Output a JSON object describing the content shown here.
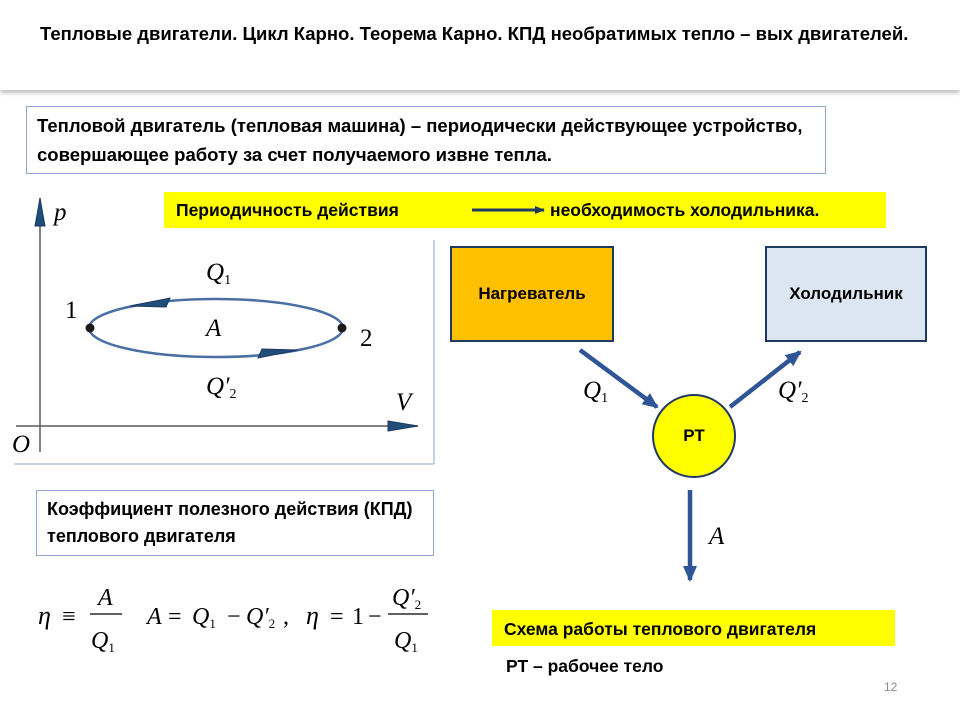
{
  "slide": {
    "title": "Тепловые двигатели. Цикл Карно. Теорема Карно. КПД необратимых тепло – вых двигателей.",
    "definition": "Тепловой двигатель (тепловая машина) – периодически действующее устройство, совершающее работу за счет получаемого извне тепла.",
    "periodicity_left": "Периодичность действия",
    "periodicity_right": "необходимость холодильника.",
    "page_number": "12"
  },
  "pv_diagram": {
    "y_axis_label": "p",
    "x_axis_label": "V",
    "origin_label": "O",
    "point_1": "1",
    "point_2": "2",
    "work_label": "A",
    "heat_in": {
      "symbol": "Q",
      "sub": "1"
    },
    "heat_out": {
      "symbol": "Q′",
      "sub": "2"
    }
  },
  "scheme": {
    "heater_label": "Нагреватель",
    "cooler_label": "Холодильник",
    "working_body_label": "РТ",
    "heat_in": {
      "symbol": "Q",
      "sub": "1"
    },
    "heat_out": {
      "symbol": "Q′",
      "sub": "2"
    },
    "work_label": "A",
    "caption": "Схема работы теплового двигателя",
    "note": "РТ – рабочее тело"
  },
  "efficiency": {
    "box_text": "Коэффициент полезного действия (КПД) теплового двигателя",
    "eta": "η",
    "equiv": "≡",
    "equals": "=",
    "one": "1",
    "minus": "−",
    "comma": ",",
    "A": "A",
    "Q": "Q",
    "Qp": "Q′",
    "sub1": "1",
    "sub2": "2"
  },
  "colors": {
    "arrow": "#2f5597",
    "ellipse": "#4a6fa5",
    "heater_fill": "#ffc000",
    "cooler_fill": "#dce6f2",
    "highlight": "#ffff00"
  }
}
